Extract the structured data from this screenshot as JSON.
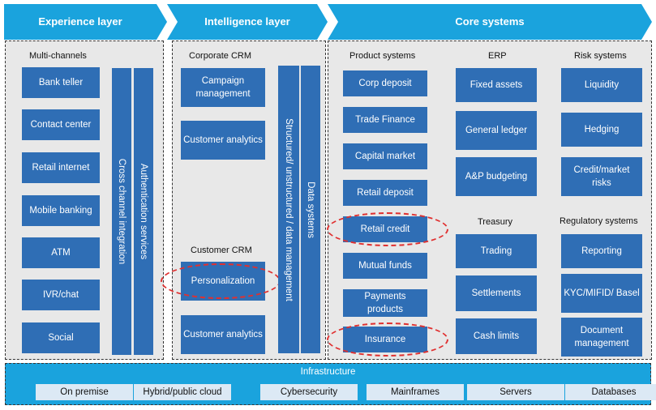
{
  "colors": {
    "box": "#2f6eb5",
    "header": "#1aa3dd",
    "panel": "#e8e8e8",
    "highlight": "#e03030",
    "infra_item": "#dce9f5"
  },
  "headers": {
    "experience": "Experience layer",
    "intelligence": "Intelligence layer",
    "core": "Core systems"
  },
  "experience": {
    "section": "Multi-channels",
    "channels": [
      "Bank teller",
      "Contact center",
      "Retail internet",
      "Mobile banking",
      "ATM",
      "IVR/chat",
      "Social"
    ],
    "cross_channel": "Cross channel integration",
    "authentication": "Authentication services"
  },
  "intelligence": {
    "corporate_crm": {
      "title": "Corporate CRM",
      "items": [
        "Campaign management",
        "Customer analytics"
      ]
    },
    "customer_crm": {
      "title": "Customer CRM",
      "items": [
        "Personalization",
        "Customer analytics"
      ]
    },
    "data_management": "Structured/ unstructured / data management",
    "data_systems": "Data systems"
  },
  "core": {
    "product_systems": {
      "title": "Product systems",
      "items": [
        "Corp deposit",
        "Trade Finance",
        "Capital market",
        "Retail deposit",
        "Retail credit",
        "Mutual funds",
        "Payments products",
        "Insurance"
      ]
    },
    "erp": {
      "title": "ERP",
      "items": [
        "Fixed assets",
        "General ledger",
        "A&P budgeting"
      ]
    },
    "risk": {
      "title": "Risk systems",
      "items": [
        "Liquidity",
        "Hedging",
        "Credit/market risks"
      ]
    },
    "treasury": {
      "title": "Treasury",
      "items": [
        "Trading",
        "Settlements",
        "Cash limits"
      ]
    },
    "regulatory": {
      "title": "Regulatory systems",
      "items": [
        "Reporting",
        "KYC/MIFID/ Basel",
        "Document management"
      ]
    }
  },
  "infrastructure": {
    "title": "Infrastructure",
    "items": [
      "On premise",
      "Hybrid/public cloud",
      "Cybersecurity",
      "Mainframes",
      "Servers",
      "Databases"
    ]
  }
}
